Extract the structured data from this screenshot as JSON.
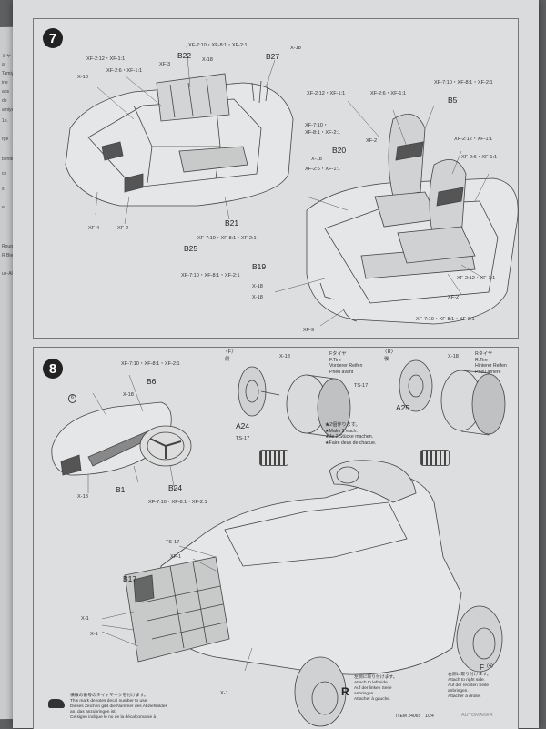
{
  "left_edge_text": [
    "ミヤ",
    "ar",
    "Tamiye",
    "ine",
    "ans",
    "de",
    "amiya",
    "1e.",
    "rge",
    "bendonr",
    "ce",
    "s",
    "e",
    "Rouge",
    "R Bleu",
    "ue-Albatable"
  ],
  "step7": {
    "number": "7",
    "labels": {
      "x18_tl": "X-18",
      "xf2_12_xf1": "XF-2:12・XF-1:1",
      "xf2_6_xf1": "XF-2:6・XF-1:1",
      "xf3": "XF-3",
      "x18_top": "X-18",
      "xf7_top": "XF-7:10・XF-8:1・XF-2:1",
      "x18_topr": "X-18",
      "b22": "B22",
      "b27": "B27",
      "xf4": "XF-4",
      "xf2_left": "XF-2",
      "b21": "B21",
      "xf7_mid": "XF-7:10・XF-8:1・XF-2:1",
      "b25": "B25",
      "xf2_12_r": "XF-2:12・XF-1:1",
      "xf2_6_r": "XF-2:6・XF-1:1",
      "xf7_r": "XF-7:10・XF-8:1・XF-2:1",
      "b5": "B5",
      "xf7_mixed": "XF-7:10・",
      "xf8_mixed": "XF-8:1・XF-2:1",
      "b20": "B20",
      "x18_mid": "X-18",
      "xf2_6_mid": "XF-2:6・XF-1:1",
      "xf2_mid": "XF-2",
      "xf2_12_far": "XF-2:12・XF-1:1",
      "xf2_6_far": "XF-2:6・XF-1:1",
      "b19": "B19",
      "xf7_low": "XF-7:10・XF-8:1・XF-2:1",
      "x18_low": "X-18",
      "x18_low2": "X-18",
      "xf2_12_low": "XF-2:12・XF-1:1",
      "xf2_low": "XF-2",
      "xf9": "XF-9",
      "xf7_bottom": "XF-7:10・XF-8:1・XF-2:1"
    }
  },
  "step8": {
    "number": "8",
    "labels": {
      "xf7_top": "XF-7:10・XF-8:1・XF-2:1",
      "b6": "B6",
      "six": "6",
      "x18_a": "X-18",
      "b1": "B1",
      "b24": "B24",
      "x18_b": "X-18",
      "xf7_mid": "XF-7:10・XF-8:1・XF-2:1",
      "f_paren": "〈F〉",
      "f_jp": "前",
      "x18_f": "X-18",
      "f_tire": [
        "Fタイヤ",
        "F.Tire",
        "Vorderer Reifen",
        "Pneu avant"
      ],
      "a24": "A24",
      "ts17_f": "TS-17",
      "r_paren": "〈R〉",
      "r_jp": "後",
      "x18_r": "X-18",
      "r_tire": [
        "Rタイヤ",
        "R.Tire",
        "Hinterer Reifen",
        "Pneu arrière"
      ],
      "ts17_r": "TS-17",
      "a25": "A25",
      "make2": [
        "★2個作ります。",
        "★Make 2 each.",
        "★Je 2 Stücke machen.",
        "★Faire deux de chaque."
      ],
      "ts17_body": "TS-17",
      "xf1_a": "XF-1",
      "b17": "B17",
      "x1_a": "X-1",
      "x1_b": "X-1",
      "x1_c": "X-1",
      "decal_note": [
        "横線の番号のタイヤマークを付けます。",
        "This mark denotes decal number to use.",
        "Dieses Zeichen gibt die Nummer des Abziehbildes",
        "an, das anzubringen ist.",
        "Ce signe indique le no de la décalcomanie à",
        "utiliser."
      ],
      "r_letter": "R",
      "r_attach": [
        "左側に取り付けます。",
        "Attach to left side.",
        "Auf der linken Seite",
        "anbringen.",
        "Attacher à gauche."
      ],
      "f_letter": "F",
      "f_number": "(4)",
      "f_attach": [
        "右側に取り付けます。",
        "Attach to right side.",
        "Auf der rechten Seite",
        "anbringen.",
        "Attacher à droite."
      ],
      "item": "ITEM 24065",
      "page_mark": "1/24",
      "watermark": "AUTOMAKER"
    }
  },
  "colors": {
    "paper": "#d9dbdc",
    "ink": "#2b2b2b",
    "background": "#5d5f61"
  }
}
